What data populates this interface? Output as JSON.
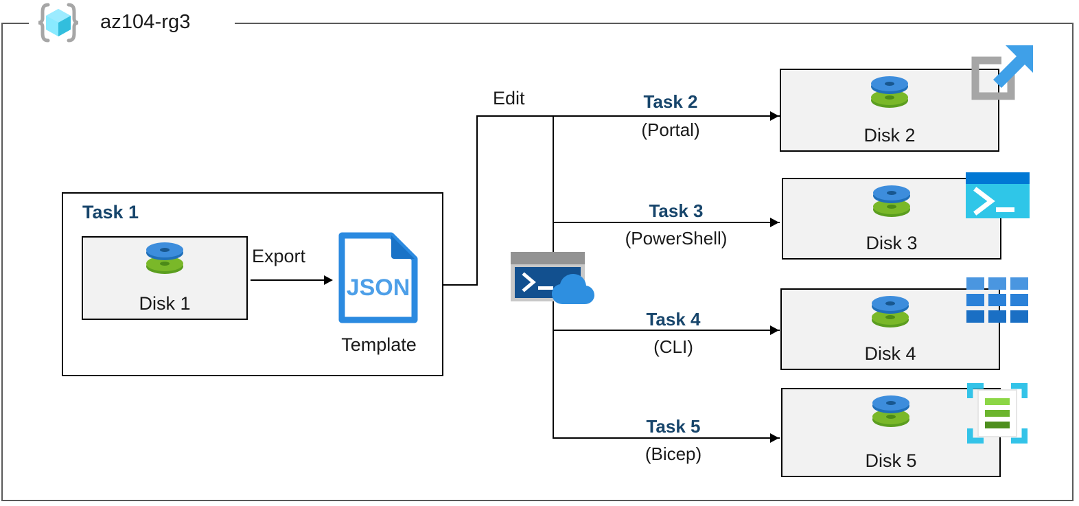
{
  "resource_group": {
    "name": "az104-rg3",
    "icon": "resource-group-icon"
  },
  "task1": {
    "label": "Task 1",
    "disk": {
      "caption": "Disk 1",
      "icon": "disk-icon"
    },
    "export_label": "Export",
    "template": {
      "file_type": "JSON",
      "caption": "Template",
      "icon": "json-file-icon"
    }
  },
  "edit_label": "Edit",
  "cloud_shell": {
    "icon": "cloud-shell-icon"
  },
  "flows": [
    {
      "task": "Task 2",
      "method": "(Portal)",
      "target": "Disk 2",
      "target_icon": "azure-portal-icon"
    },
    {
      "task": "Task 3",
      "method": "(PowerShell)",
      "target": "Disk 3",
      "target_icon": "powershell-icon"
    },
    {
      "task": "Task 4",
      "method": "(CLI)",
      "target": "Disk 4",
      "target_icon": "azure-cli-icon"
    },
    {
      "task": "Task 5",
      "method": "(Bicep)",
      "target": "Disk 5",
      "target_icon": "bicep-file-icon"
    }
  ],
  "colors": {
    "task_text": "#17456b",
    "frame_border": "#595959",
    "box_border": "#000000",
    "box_fill": "#f2f2f2",
    "disk_blue": "#3d8ddc",
    "disk_green": "#7ab829",
    "json_blue": "#1f7fd4",
    "portal_blue": "#3fa0e8",
    "portal_gray": "#a6a6a6",
    "powershell_cyan": "#2fc6e8",
    "powershell_header": "#0078d4",
    "cli_blue": "#1f7fd4",
    "bicep_cyan": "#33c3e8",
    "bicep_green": "#73c644"
  }
}
